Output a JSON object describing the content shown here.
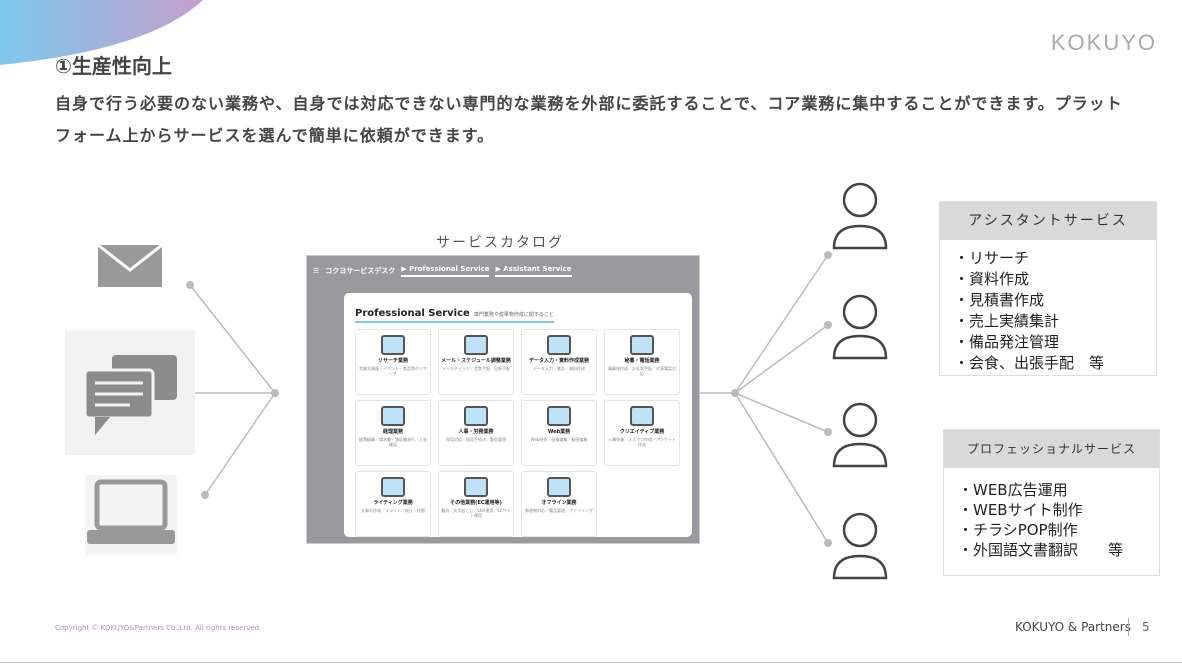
{
  "title": "①生産性向上",
  "lead": "自身で行う必要のない業務や、自身では対応できない専門的な業務を外部に委託することで、コア業務に集中することができます。プラットフォーム上からサービスを選んで簡単に依頼ができます。",
  "logo": "KOKUYO",
  "catalog": {
    "label": "サービスカタログ",
    "app_name": "コクヨサービスデスク",
    "tabs": [
      "▶ Professional Service",
      "▶ Assistant Service"
    ],
    "card_title": "Professional Service",
    "card_subtitle": "専門業務や成果物作成に関すること",
    "tiles": [
      {
        "name": "リサーチ業務",
        "desc": "営業先情報・イベント・商品等のリサーチ"
      },
      {
        "name": "メール・スケジュール調整業務",
        "desc": "メールチェック／会食手配／出張手配"
      },
      {
        "name": "データ入力・資料作成業務",
        "desc": "データ入力・集計／資料作成"
      },
      {
        "name": "秘書・電話業務",
        "desc": "議事録作成／お礼状手配／代表電話対応"
      },
      {
        "name": "経理業務",
        "desc": "経費精算／請求書・領収書発行／入金確認"
      },
      {
        "name": "人事・労務業務",
        "desc": "採用対応／採用手続き／勤怠管理"
      },
      {
        "name": "Web業務",
        "desc": "Web制作／画像編集／動画編集"
      },
      {
        "name": "クリエイティブ業務",
        "desc": "入稿作業／メルマガ作成／アンケート作成"
      },
      {
        "name": "ライティング業務",
        "desc": "文章の作成／リライト／校正・校閲"
      },
      {
        "name": "その他業務(EC運用等)",
        "desc": "翻訳／文字起こし／SNS運用／ECサイト運用"
      },
      {
        "name": "オフライン業務",
        "desc": "郵便物対応／備品管理／ファイリング"
      }
    ]
  },
  "assistant": {
    "header": "アシスタントサービス",
    "items": [
      "・リサーチ",
      "・資料作成",
      "・見積書作成",
      "・売上実績集計",
      "・備品発注管理",
      "・会食、出張手配　等"
    ]
  },
  "professional": {
    "header": "プロフェッショナルサービス",
    "items": [
      "・WEB広告運用",
      "・WEBサイト制作",
      "・チラシPOP制作",
      "・外国語文書翻訳　　等"
    ]
  },
  "footer": {
    "copyright": "Copyright © KOKUYO&Partners Co.,Ltd. All rights reserved.",
    "brand": "KOKUYO & Partners",
    "page": "5"
  }
}
